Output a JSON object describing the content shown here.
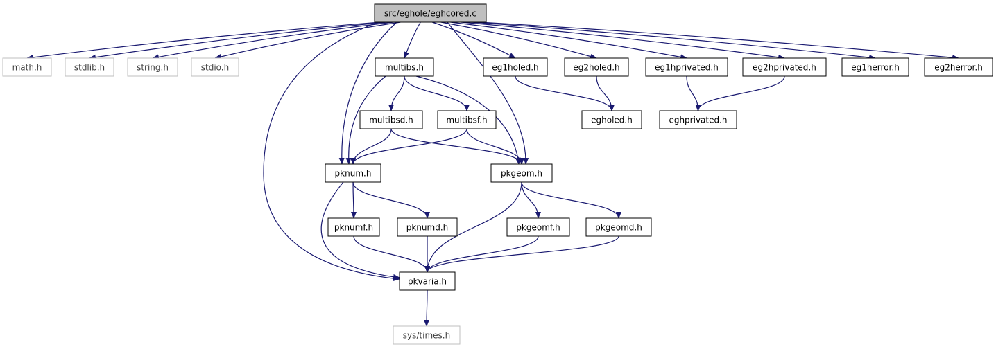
{
  "colors": {
    "edge": "#191970",
    "root_fill": "#bfbfbf",
    "box_stroke": "#000000",
    "external_stroke": "#bfbfbf",
    "external_text": "#404040",
    "text": "#000000",
    "background": "#ffffff"
  },
  "nodes": [
    {
      "id": "root",
      "label": "src/eghole/eghcored.c",
      "kind": "root"
    },
    {
      "id": "math",
      "label": "math.h",
      "kind": "external"
    },
    {
      "id": "stdlib",
      "label": "stdlib.h",
      "kind": "external"
    },
    {
      "id": "string",
      "label": "string.h",
      "kind": "external"
    },
    {
      "id": "stdio",
      "label": "stdio.h",
      "kind": "external"
    },
    {
      "id": "multibs",
      "label": "multibs.h",
      "kind": "local"
    },
    {
      "id": "eg1holed",
      "label": "eg1holed.h",
      "kind": "local"
    },
    {
      "id": "eg2holed",
      "label": "eg2holed.h",
      "kind": "local"
    },
    {
      "id": "eg1hprivated",
      "label": "eg1hprivated.h",
      "kind": "local"
    },
    {
      "id": "eg2hprivated",
      "label": "eg2hprivated.h",
      "kind": "local"
    },
    {
      "id": "eg1herror",
      "label": "eg1herror.h",
      "kind": "local"
    },
    {
      "id": "eg2herror",
      "label": "eg2herror.h",
      "kind": "local"
    },
    {
      "id": "multibsd",
      "label": "multibsd.h",
      "kind": "local"
    },
    {
      "id": "multibsf",
      "label": "multibsf.h",
      "kind": "local"
    },
    {
      "id": "egholed",
      "label": "egholed.h",
      "kind": "local"
    },
    {
      "id": "eghprivated",
      "label": "eghprivated.h",
      "kind": "local"
    },
    {
      "id": "pknum",
      "label": "pknum.h",
      "kind": "local"
    },
    {
      "id": "pkgeom",
      "label": "pkgeom.h",
      "kind": "local"
    },
    {
      "id": "pknumf",
      "label": "pknumf.h",
      "kind": "local"
    },
    {
      "id": "pknumd",
      "label": "pknumd.h",
      "kind": "local"
    },
    {
      "id": "pkgeomf",
      "label": "pkgeomf.h",
      "kind": "local"
    },
    {
      "id": "pkgeomd",
      "label": "pkgeomd.h",
      "kind": "local"
    },
    {
      "id": "pkvaria",
      "label": "pkvaria.h",
      "kind": "local"
    },
    {
      "id": "systimes",
      "label": "sys/times.h",
      "kind": "external"
    }
  ],
  "edges": [
    {
      "from": "root",
      "to": "math"
    },
    {
      "from": "root",
      "to": "stdlib"
    },
    {
      "from": "root",
      "to": "string"
    },
    {
      "from": "root",
      "to": "stdio"
    },
    {
      "from": "root",
      "to": "multibs"
    },
    {
      "from": "root",
      "to": "eg1holed"
    },
    {
      "from": "root",
      "to": "eg2holed"
    },
    {
      "from": "root",
      "to": "eg1hprivated"
    },
    {
      "from": "root",
      "to": "eg2hprivated"
    },
    {
      "from": "root",
      "to": "eg1herror"
    },
    {
      "from": "root",
      "to": "eg2herror"
    },
    {
      "from": "root",
      "to": "pknum"
    },
    {
      "from": "root",
      "to": "pkgeom"
    },
    {
      "from": "root",
      "to": "pkvaria"
    },
    {
      "from": "multibs",
      "to": "multibsd"
    },
    {
      "from": "multibs",
      "to": "multibsf"
    },
    {
      "from": "multibs",
      "to": "pknum"
    },
    {
      "from": "multibs",
      "to": "pkgeom"
    },
    {
      "from": "eg1holed",
      "to": "egholed"
    },
    {
      "from": "eg2holed",
      "to": "egholed"
    },
    {
      "from": "eg1hprivated",
      "to": "eghprivated"
    },
    {
      "from": "eg2hprivated",
      "to": "eghprivated"
    },
    {
      "from": "multibsd",
      "to": "pknum"
    },
    {
      "from": "multibsd",
      "to": "pkgeom"
    },
    {
      "from": "multibsf",
      "to": "pknum"
    },
    {
      "from": "multibsf",
      "to": "pkgeom"
    },
    {
      "from": "pknum",
      "to": "pknumf"
    },
    {
      "from": "pknum",
      "to": "pknumd"
    },
    {
      "from": "pknum",
      "to": "pkvaria"
    },
    {
      "from": "pkgeom",
      "to": "pkgeomf"
    },
    {
      "from": "pkgeom",
      "to": "pkgeomd"
    },
    {
      "from": "pkgeom",
      "to": "pkvaria"
    },
    {
      "from": "pknumf",
      "to": "pkvaria"
    },
    {
      "from": "pknumd",
      "to": "pkvaria"
    },
    {
      "from": "pkgeomf",
      "to": "pkvaria"
    },
    {
      "from": "pkgeomd",
      "to": "pkvaria"
    },
    {
      "from": "pkvaria",
      "to": "systimes"
    }
  ]
}
